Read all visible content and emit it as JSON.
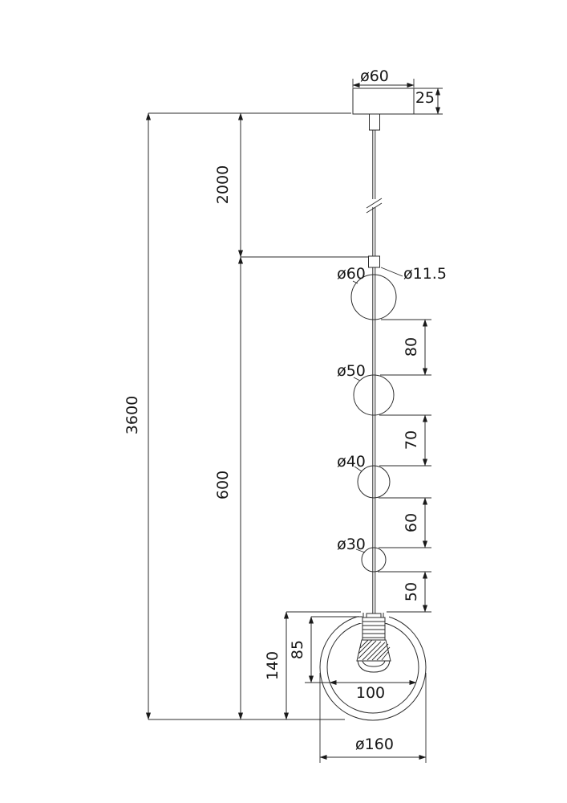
{
  "drawing": {
    "dims": {
      "canopy_diameter": "ø60",
      "canopy_height": "25",
      "cord_length": "2000",
      "overall_height": "3600",
      "stack_height": "600",
      "cord_diameter": "ø11.5",
      "sphere1_diameter": "ø60",
      "gap1": "80",
      "sphere2_diameter": "ø50",
      "gap2": "70",
      "sphere3_diameter": "ø40",
      "gap3": "60",
      "sphere4_diameter": "ø30",
      "gap4": "50",
      "shade_height": "140",
      "socket_depth": "85",
      "opening_width": "100",
      "shade_diameter": "ø160"
    }
  }
}
